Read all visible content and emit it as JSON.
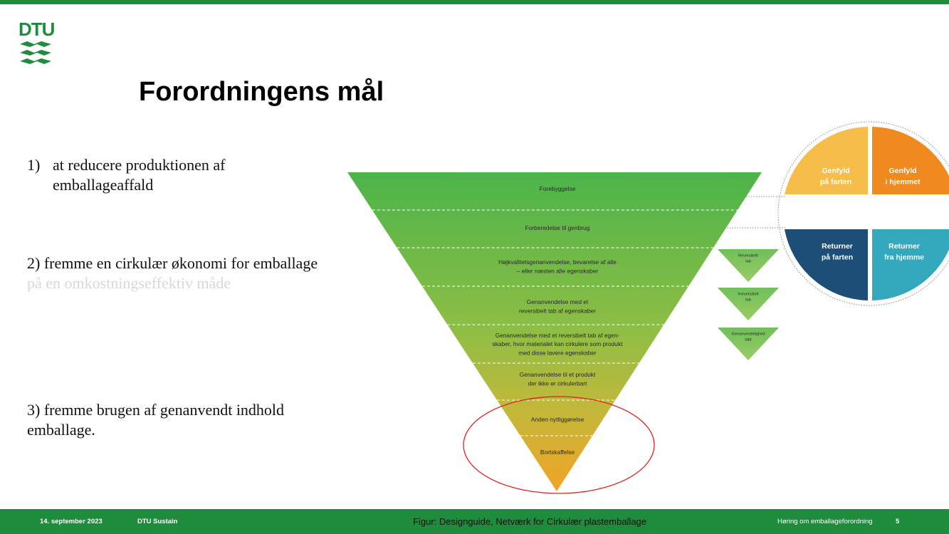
{
  "logo": {
    "text": "DTU",
    "icon": "dtu-waves-logo-icon",
    "color": "#1e8c3c"
  },
  "slide": {
    "title": "Forordningens mål",
    "goals": [
      {
        "number": "1)",
        "text": "at reducere produktionen af emballageaffald"
      },
      {
        "text_main": "2) fremme en cirkulær økonomi for emballage",
        "text_faded": " på en omkostningseffektiv måde"
      },
      {
        "text": "3) fremme brugen af genanvendt indhold emballage."
      }
    ]
  },
  "pyramid": {
    "levels": [
      "Forebyggelse",
      "Forberedelse til genbrug",
      [
        "Højkvalitetsgenanvendelse, bevarelse af alle",
        "– eller næsten alle egenskaber"
      ],
      [
        "Genanvendelse med et",
        "reversibelt tab af egenskaber"
      ],
      [
        "Genanvendelse med et reversibelt tab af egen-",
        "skaber, hvor materialet kan cirkulere som produkt",
        "med disse lavere egenskaber"
      ],
      [
        "Genanvendelse til et produkt",
        "der ikke er cirkulerbart"
      ],
      "Anden nyttiggørelse",
      "Bortskaffelse"
    ],
    "side_triangles": [
      [
        "Reversibelt",
        "tab"
      ],
      [
        "Irreversibelt",
        "tab"
      ],
      [
        "Genanvendelighed",
        "tabt"
      ]
    ],
    "circle_quadrants": [
      {
        "lines": [
          "Genfyld",
          "på farten"
        ],
        "color": "#f6bd4a"
      },
      {
        "lines": [
          "Genfyld",
          "i hjemmet"
        ],
        "color": "#f08a1e"
      },
      {
        "lines": [
          "Returner",
          "på farten"
        ],
        "color": "#1d4e77"
      },
      {
        "lines": [
          "Returner",
          "fra hjemme"
        ],
        "color": "#34a9be"
      }
    ],
    "highlight_color": "#e02020"
  },
  "footer": {
    "date": "14. september 2023",
    "department": "DTU Sustain",
    "caption": "Figur: Designguide, Netværk for Cirkulær plastemballage",
    "presentation_title": "Høring om emballageforordning",
    "page": "5"
  }
}
